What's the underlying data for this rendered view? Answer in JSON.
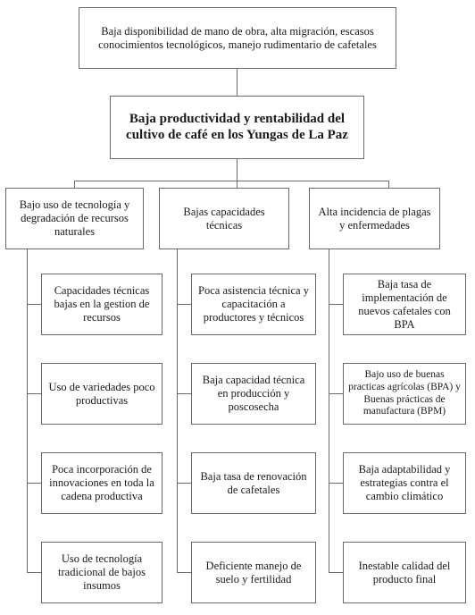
{
  "top_cause": "Baja disponibilidad de mano de obra, alta migración, escasos conocimientos tecnológicos, manejo rudimentario de cafetales",
  "main_problem": "Baja productividad y rentabilidad del cultivo de café en los Yungas de La Paz",
  "branches": [
    {
      "title": "Bajo uso de tecnología y degradación de recursos naturales",
      "items": [
        "Capacidades técnicas bajas en la gestion de recursos",
        "Uso de variedades poco productivas",
        "Poca incorporación de innovaciones en toda la cadena productiva",
        "Uso de tecnología tradicional de bajos insumos"
      ]
    },
    {
      "title": "Bajas capacidades técnicas",
      "items": [
        "Poca asistencia técnica y capacitación a productores y técnicos",
        "Baja capacidad técnica en producción y poscosecha",
        "Baja tasa de renovación de cafetales",
        "Deficiente manejo de suelo y fertilidad"
      ]
    },
    {
      "title": "Alta incidencia de plagas y enfermedades",
      "items": [
        "Baja tasa de implementación de nuevos  cafetales con BPA",
        "Bajo uso de buenas practicas agrícolas (BPA) y Buenas prácticas de manufactura (BPM)",
        "Baja adaptabilidad y estrategias contra el cambio climático",
        "Inestable calidad del producto final"
      ]
    }
  ]
}
